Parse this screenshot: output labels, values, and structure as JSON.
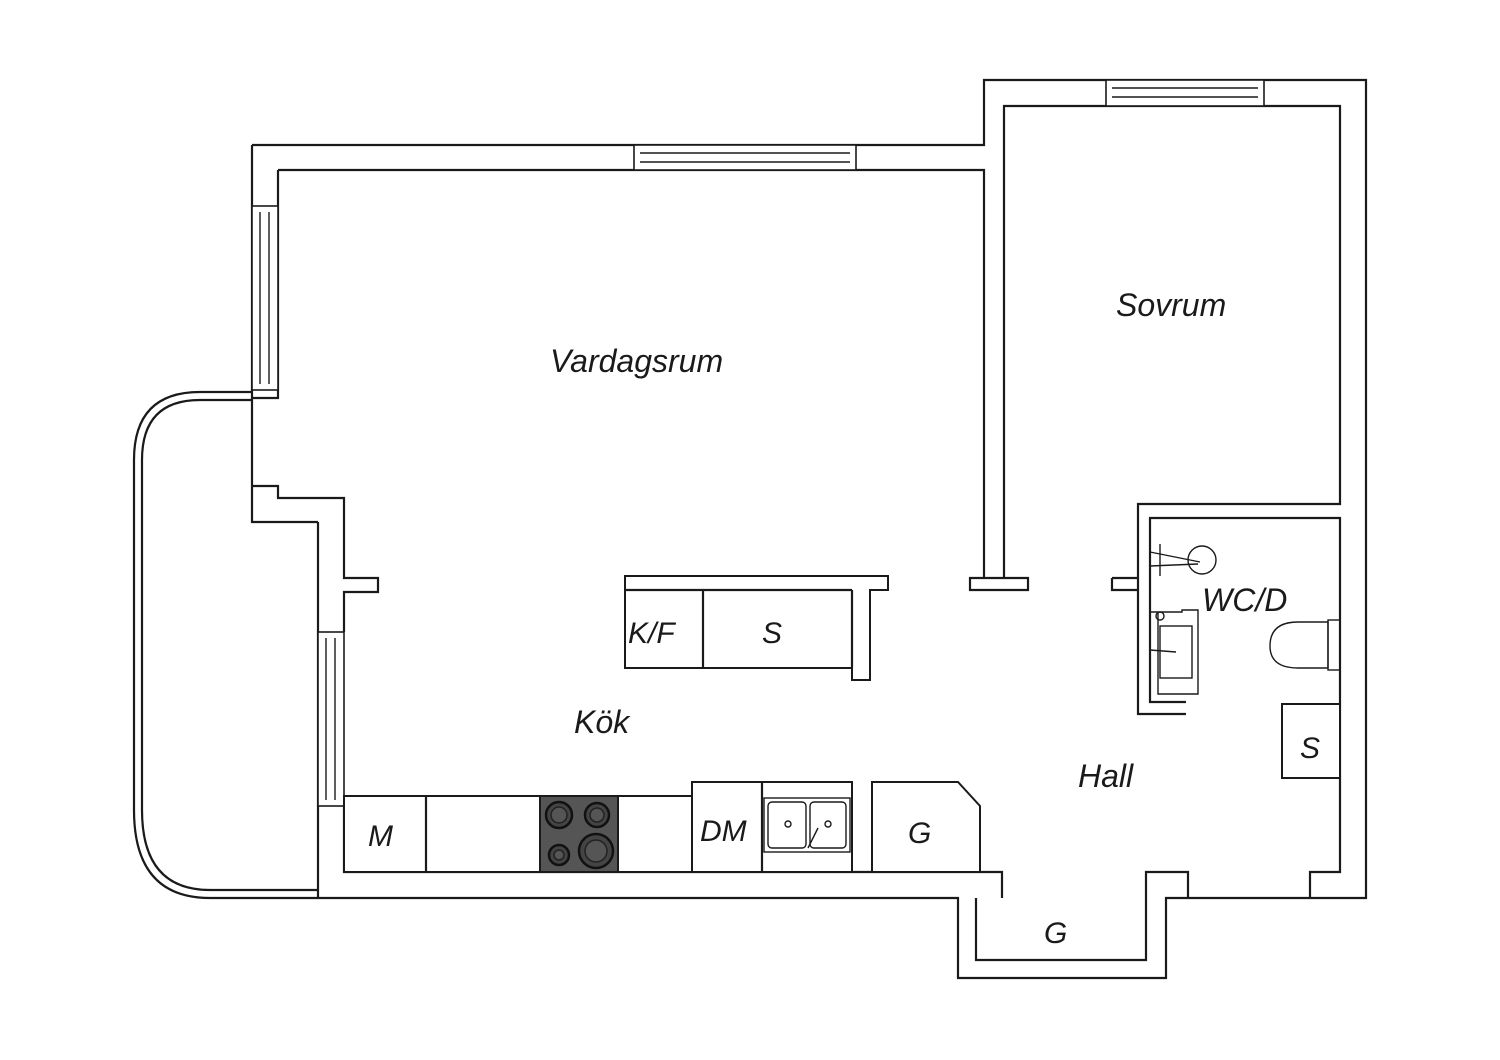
{
  "rooms": {
    "living": "Vardagsrum",
    "bedroom": "Sovrum",
    "kitchen": "Kök",
    "hall": "Hall",
    "wc": "WC/D"
  },
  "fixtures": {
    "fridge_freezer": "K/F",
    "island_storage": "S",
    "microwave": "M",
    "dishwasher": "DM",
    "wardrobe_kitchen": "G",
    "hall_storage": "S",
    "alcove_wardrobe": "G"
  },
  "colors": {
    "line": "#1a1a1a",
    "background": "#ffffff",
    "stove": "#555555"
  }
}
